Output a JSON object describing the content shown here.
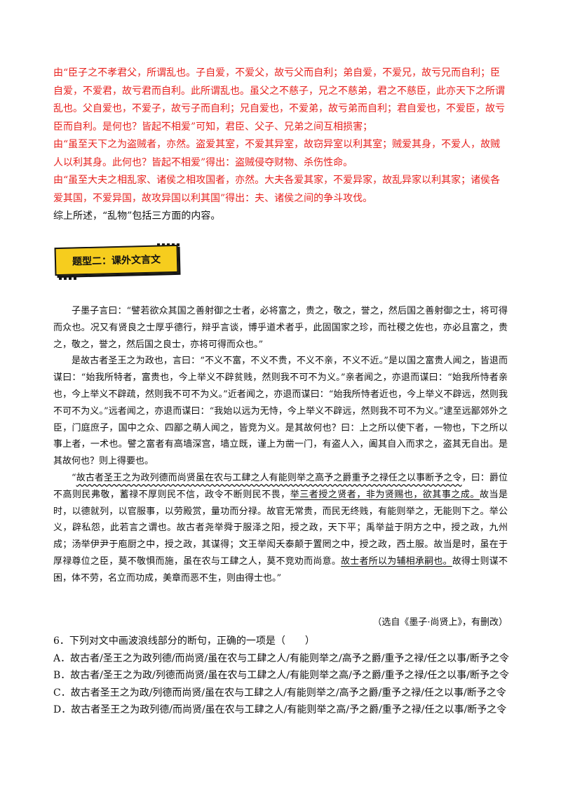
{
  "analysis_lines": [
    "由“臣子之不孝君父，所谓乱也。子自爱，不爱父，故亏父而自利；弟自爱，不爱兄，故亏兄而自利；臣自爱，不爱君，故亏君而自利。此所谓乱也。虽父之不慈子，兄之不慈弟，君之不慈臣，此亦天下之所谓乱也。父自爱也，不爱子，故亏子而自利；兄自爱也，不爱弟，故亏弟而自利；君自爱也，不爱臣，故亏臣而自利。是何也？皆起不相爱”可知，君臣、父子、兄弟之间互相损害；",
    "由“虽至天下之为盗贼者，亦然。盗爱其室，不爱其异室，故窃异室以利其室；贼爱其身，不爱人，故贼人以利其身。此何也？皆起不相爱”得出：盗贼侵夺财物、杀伤性命。",
    "由“虽至大夫之相乱家、诸侯之相攻国者，亦然。大夫各爱其家，不爱异家，故乱异家以利其家；诸侯各爱其国，不爱异国，故攻异国以利其国”得出：夫、诸侯之间的争斗攻伐。"
  ],
  "summary": "综上所述，“乱物”包括三方面的内容。",
  "section_title": "题型二：课外文言文",
  "article": {
    "p1": "子墨子言曰：“譬若欲众其国之善射御之士者，必将富之，贵之，敬之，誉之，然后国之善射御之士，将可得而众也。况又有贤良之士厚乎德行，辩乎言谈，博乎道术者乎，此固国家之珍，而社稷之佐也，亦必且富之，贵之，敬之，誉之，然后国之良士，亦将可得而众也。”",
    "p2": "是故古者圣王之为政也，言曰：“不义不富，不义不贵，不义不亲，不义不近。”是以国之富贵人闻之，皆退而谋曰：“始我所特者，富贵也，今上举义不辟贫贱，然则我不可不为义。”亲者闻之，亦退而谋曰：“始我所恃者亲也，今上举义不辟疏，然则我不可不为义。”近者闻之，亦退而谋曰：“始我所恃者近也，今上举义不辟远，然则我不可不为义。”远者闻之，亦退而谋曰：“我始以远为无恃，今上举义不辟远，然则我不可不为义。”逮至远鄙郊外之臣，门庭庶子，国中之众、四鄙之萌人闻之，皆竞为义。是其故何也？曰：上之所以使下者，一物也，下之所以事上者，一术也。譬之富者有高墙深宫，墙立既，谨上为凿一门，有盗人入，阖其自入而求之，盗其无自出。是其故何也？则上得要也。",
    "p3_open": "“",
    "p3_wavy": "故古者圣王之为政列德而尚贤虽在农与工肆之人有能则举之高予之爵重予之禄任之以事断予之令",
    "p3_a": "，曰：爵位不高则民弗敬，蓄禄不厚则民不信，政令不断则民不畏，",
    "p3_u1": "举三者授之贤者，非为贤赐也，欲其事之成。",
    "p3_b": "故当是时，以德就列，以官服事，以劳殿赏，量功而分禄。故官无常贵，而民无终贱，有能则举之，无能则下之。举公义，辟私怨，此若言之谓也。故古者尧举舜于服泽之阳，授之政，天下平；禹举益于阴方之中，授之政，九州成；汤举伊尹于庖厨之中，授之政，其谋得；文王举闳夭泰颠于置罔之中，授之政，西土服。故当是时，虽在于厚禄尊位之臣，莫不敬惧而施，虽在农与工肆之人，莫不竞劝而尚意。",
    "p3_u2": "故士者所以为辅相承嗣也。",
    "p3_c": "故得士则谋不困，体不劳，名立而功成，美章而恶不生，则由得士也。”"
  },
  "source": "（选自《墨子·尚贤上》，有删改）",
  "question": {
    "stem": "6．下列对文中画波浪线部分的断句，正确的一项是（　　）",
    "options": [
      "A．故古者/圣王之为政列德/而尚贤/虽在农与工肆之人/有能则举之/高予之爵/重予之禄/任之以事/断予之令",
      "B．故古者/圣王之为政/列德而尚贤/虽在农与工肆之人/有能则举之高/予之爵/重予之禄/任之以事/断予之令",
      "C．故古者圣王之为政/列德而尚贤/虽在农与工肆之人/有能则举之/高予之爵/重予之禄/任之以事/断予之令",
      "D．故古者圣王之为政列德/而尚贤/虽在农与工肆之人/有能则举之高/予之爵/重予之禄/任之以事/断予之令"
    ]
  }
}
